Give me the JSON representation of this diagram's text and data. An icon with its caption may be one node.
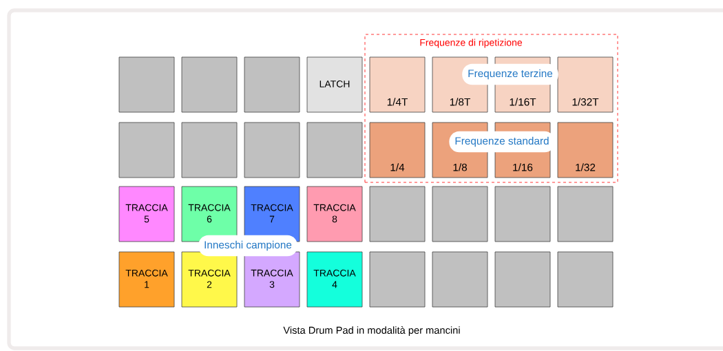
{
  "diagram": {
    "caption": "Vista Drum Pad in modalità per mancini",
    "nodes": [
      {
        "text": [
          "Frequenze di ripetizione"
        ]
      },
      {
        "text": [],
        "shape": "box"
      },
      {
        "text": [],
        "shape": "box"
      },
      {
        "text": [],
        "shape": "box"
      },
      {
        "text": [
          "LATCH"
        ]
      },
      {
        "text": [
          "1/4T"
        ],
        "in": 0
      },
      {
        "text": [
          "1/8T"
        ],
        "in": 0
      },
      {
        "text": [
          "1/16T"
        ],
        "in": 0
      },
      {
        "text": [
          "1/32T"
        ],
        "in": 0
      },
      {
        "text": [],
        "shape": "box"
      },
      {
        "text": [],
        "shape": "box"
      },
      {
        "text": [],
        "shape": "box"
      },
      {
        "text": [],
        "shape": "box"
      },
      {
        "text": [
          "1/4"
        ],
        "in": 0
      },
      {
        "text": [
          "1/8"
        ],
        "in": 0
      },
      {
        "text": [
          "1/16"
        ],
        "in": 0
      },
      {
        "text": [
          "1/32"
        ],
        "in": 0
      },
      {
        "text": [
          "Frequenze terzine"
        ],
        "in": 0
      },
      {
        "text": [
          "Frequenze standard"
        ],
        "in": 0
      },
      {
        "text": [
          "TRACCIA 5"
        ]
      },
      {
        "text": [
          "TRACCIA 6"
        ]
      },
      {
        "text": [
          "TRACCIA 7"
        ]
      },
      {
        "text": [
          "TRACCIA 8"
        ]
      },
      {
        "text": [],
        "shape": "box"
      },
      {
        "text": [],
        "shape": "box"
      },
      {
        "text": [],
        "shape": "box"
      },
      {
        "text": [],
        "shape": "box"
      },
      {
        "text": [
          "TRACCIA 1"
        ]
      },
      {
        "text": [
          "TRACCIA 2"
        ]
      },
      {
        "text": [
          "TRACCIA 3"
        ]
      },
      {
        "text": [
          "TRACCIA 4"
        ]
      },
      {
        "text": [],
        "shape": "box"
      },
      {
        "text": [],
        "shape": "box"
      },
      {
        "text": [],
        "shape": "box"
      },
      {
        "text": [],
        "shape": "box"
      },
      {
        "text": [
          "Inneschi campione"
        ]
      }
    ]
  }
}
